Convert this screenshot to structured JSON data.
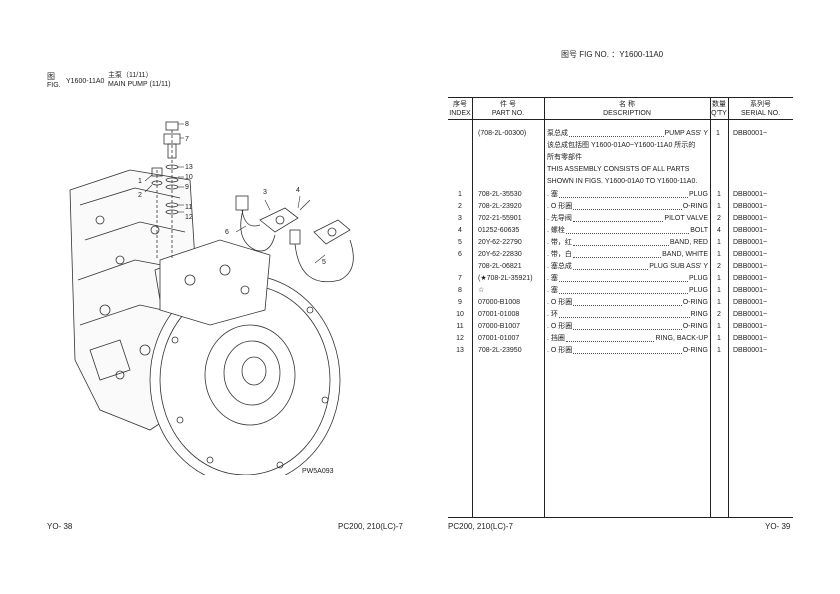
{
  "left_page": {
    "fig_label_cn": "图",
    "fig_label_en": "FIG.",
    "fig_code": "Y1600-11A0",
    "title_cn": "主泵（11/11）",
    "title_en": "MAIN PUMP (11/11)",
    "callouts": [
      "8",
      "7",
      "13",
      "10",
      "9",
      "11",
      "12",
      "1",
      "2",
      "3",
      "4",
      "5",
      "6"
    ],
    "image_code": "PW5A093",
    "page_number": "YO- 38",
    "model": "PC200, 210(LC)-7"
  },
  "right_page": {
    "header_fig": "图号  FIG NO.  ：Y1600-11A0",
    "columns": {
      "index_cn": "序号",
      "index_en": "INDEX",
      "part_cn": "件  号",
      "part_en": "PART NO.",
      "desc_cn": "名  称",
      "desc_en": "DESCRIPTION",
      "qty_cn": "数量",
      "qty_en": "Q'TY",
      "serial_cn": "系列号",
      "serial_en": "SERIAL NO."
    },
    "assembly": {
      "part": "(708-2L-00300)",
      "desc_cn": "泵总成",
      "desc_en": "PUMP ASS' Y",
      "qty": "1",
      "serial": "DBB0001~",
      "note_line1": "该总成包括图  Y1600-01A0~Y1600-11A0  所示的",
      "note_line2": "所有零部件",
      "note_line3": "THIS  ASSEMBLY  CONSISTS  OF  ALL  PARTS",
      "note_line4": "SHOWN IN FIGS. Y1600-01A0 TO Y1600-11A0."
    },
    "rows": [
      {
        "index": "1",
        "part": "708-2L-35530",
        "desc_cn": ". 塞",
        "desc_en": "PLUG",
        "qty": "1",
        "serial": "DBB0001~"
      },
      {
        "index": "2",
        "part": "708-2L-23920",
        "desc_cn": ". O 形圈",
        "desc_en": "O-RING",
        "qty": "1",
        "serial": "DBB0001~"
      },
      {
        "index": "3",
        "part": "702-21-55901",
        "desc_cn": ". 先导阀",
        "desc_en": "PILOT VALVE",
        "qty": "2",
        "serial": "DBB0001~"
      },
      {
        "index": "4",
        "part": "01252-60635",
        "desc_cn": ". 螺栓",
        "desc_en": "BOLT",
        "qty": "4",
        "serial": "DBB0001~"
      },
      {
        "index": "5",
        "part": "20Y-62-22790",
        "desc_cn": ". 带，红",
        "desc_en": "BAND, RED",
        "qty": "1",
        "serial": "DBB0001~"
      },
      {
        "index": "6",
        "part": "20Y-62-22830",
        "desc_cn": ". 带，白",
        "desc_en": "BAND, WHITE",
        "qty": "1",
        "serial": "DBB0001~"
      },
      {
        "index": "",
        "part": "708-2L-06821",
        "desc_cn": ". 塞总成",
        "desc_en": "PLUG SUB ASS' Y",
        "qty": "2",
        "serial": "DBB0001~"
      },
      {
        "index": "7",
        "part": "(★708-2L-35921)",
        "desc_cn": ". 塞",
        "desc_en": "PLUG",
        "qty": "1",
        "serial": "DBB0001~"
      },
      {
        "index": "8",
        "part": "☆",
        "desc_cn": ". 塞",
        "desc_en": "PLUG",
        "qty": "1",
        "serial": "DBB0001~"
      },
      {
        "index": "9",
        "part": "07000-B1008",
        "desc_cn": ". O 形圈",
        "desc_en": "O-RING",
        "qty": "1",
        "serial": "DBB0001~"
      },
      {
        "index": "10",
        "part": "07001-01008",
        "desc_cn": ". 环",
        "desc_en": "RING",
        "qty": "2",
        "serial": "DBB0001~"
      },
      {
        "index": "11",
        "part": "07000-B1007",
        "desc_cn": ". O 形圈",
        "desc_en": "O-RING",
        "qty": "1",
        "serial": "DBB0001~"
      },
      {
        "index": "12",
        "part": "07001-01007",
        "desc_cn": ". 挡圈",
        "desc_en": "RING, BACK-UP",
        "qty": "1",
        "serial": "DBB0001~"
      },
      {
        "index": "13",
        "part": "708-2L-23950",
        "desc_cn": ". O 形圈",
        "desc_en": "O-RING",
        "qty": "1",
        "serial": "DBB0001~"
      }
    ],
    "model": "PC200, 210(LC)-7",
    "page_number": "YO- 39"
  }
}
